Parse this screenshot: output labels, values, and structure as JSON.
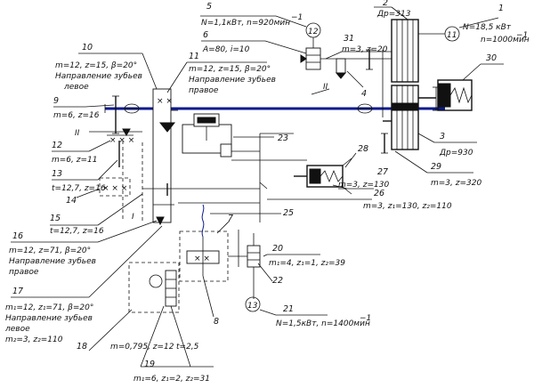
{
  "parts": [
    {
      "num": "1",
      "spec": [
        "N=18,5 кВт",
        "n=1000мин"
      ],
      "sup": "−1",
      "motor_id": "11"
    },
    {
      "num": "2",
      "spec": [
        "Дp=313"
      ]
    },
    {
      "num": "3",
      "spec": [
        "Дp=930"
      ]
    },
    {
      "num": "4",
      "spec": []
    },
    {
      "num": "5",
      "spec": [
        "N=1,1кВт, n=920мин"
      ],
      "sup": "−1",
      "motor_id": "12"
    },
    {
      "num": "6",
      "spec": [
        "A=80, i=10"
      ]
    },
    {
      "num": "7",
      "spec": []
    },
    {
      "num": "8",
      "spec": []
    },
    {
      "num": "9",
      "spec": [
        "m=6, z=16"
      ]
    },
    {
      "num": "10",
      "spec": [
        "m=12, z=15, β=20°"
      ]
    },
    {
      "num": "11",
      "spec": [
        "m=12, z=15, β=20°",
        "Направление зубьев",
        "правое"
      ]
    },
    {
      "num": "12",
      "spec": [
        "m=6, z=11"
      ]
    },
    {
      "num": "13",
      "spec": [
        "t=12,7, z=16"
      ]
    },
    {
      "num": "14",
      "spec": []
    },
    {
      "num": "15",
      "spec": [
        "t=12,7, z=16"
      ]
    },
    {
      "num": "16",
      "spec": [
        "m=12, z=71, β=20°",
        "Направление зубьев",
        "правое"
      ]
    },
    {
      "num": "17",
      "spec": [
        "m₁=12, z₁=71, β=20°",
        "Направление зубьев",
        "левое",
        "m₂=3, z₂=110"
      ]
    },
    {
      "num": "18",
      "spec": [
        "m=0,795, z=12",
        "t=2,5"
      ]
    },
    {
      "num": "19",
      "spec": [
        "m₁=6, z₁=2, z₂=31"
      ]
    },
    {
      "num": "20",
      "spec": [
        "m₁=4, z₁=1, z₂=39"
      ]
    },
    {
      "num": "21",
      "spec": [
        "N=1,5кВт, n=1400мин"
      ],
      "sup": "−1",
      "motor_id": "13"
    },
    {
      "num": "22",
      "spec": []
    },
    {
      "num": "23",
      "spec": []
    },
    {
      "num": "25",
      "spec": []
    },
    {
      "num": "26",
      "spec": [
        "m=3, z₁=130, z₂=110"
      ]
    },
    {
      "num": "27",
      "spec": [
        "m=3, z=130"
      ]
    },
    {
      "num": "28",
      "spec": []
    },
    {
      "num": "29",
      "spec": [
        "m=3, z=320"
      ]
    },
    {
      "num": "30",
      "spec": []
    },
    {
      "num": "31",
      "spec": [
        "m=3, z=20"
      ]
    }
  ],
  "extra_labels": {
    "gear10_dir": [
      "Направление зубьев",
      "левое"
    ],
    "shaft_roman_1": "I",
    "shaft_roman_2": "II",
    "shaft_roman_3": "II"
  }
}
